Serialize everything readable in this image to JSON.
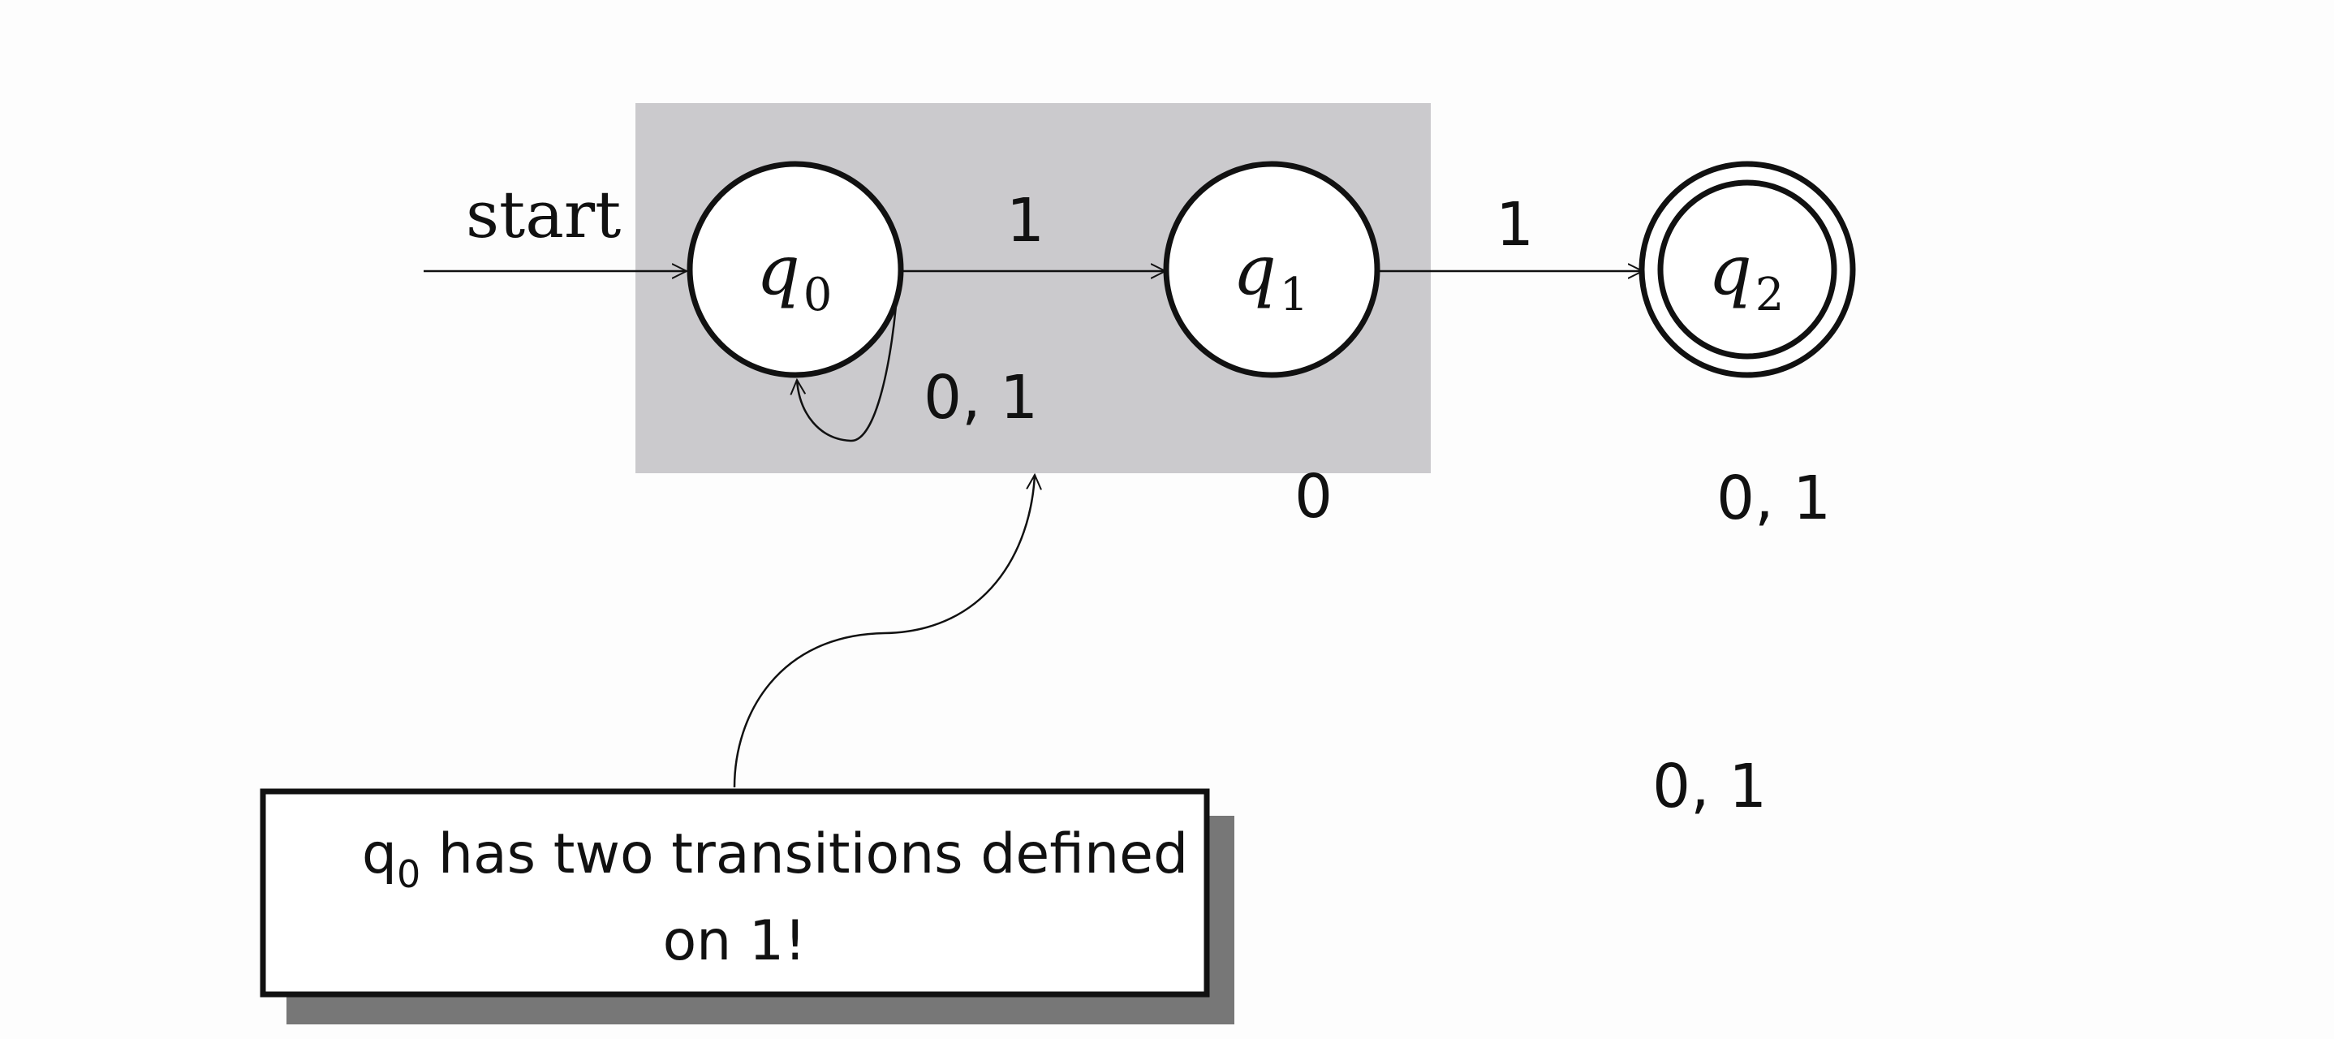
{
  "diagram": {
    "start_label": "start",
    "states": [
      {
        "id": "q0",
        "symbol": "q",
        "subscript": "0",
        "accepting": false
      },
      {
        "id": "q1",
        "symbol": "q",
        "subscript": "1",
        "accepting": false
      },
      {
        "id": "q2",
        "symbol": "q",
        "subscript": "2",
        "accepting": true
      }
    ],
    "transitions": [
      {
        "from": "q0",
        "to": "q1",
        "label": "1"
      },
      {
        "from": "q1",
        "to": "q2",
        "label": "1"
      },
      {
        "from": "q0",
        "to": "q0",
        "label": "0, 1"
      }
    ],
    "stray_labels": [
      "0",
      "0, 1",
      "0, 1"
    ],
    "highlight_color": "#cbcacd",
    "shadow_color": "#777777"
  },
  "callout": {
    "prefix": "q",
    "prefix_subscript": "0",
    "line1_rest": " has two transitions defined",
    "line2": "on 1!"
  }
}
